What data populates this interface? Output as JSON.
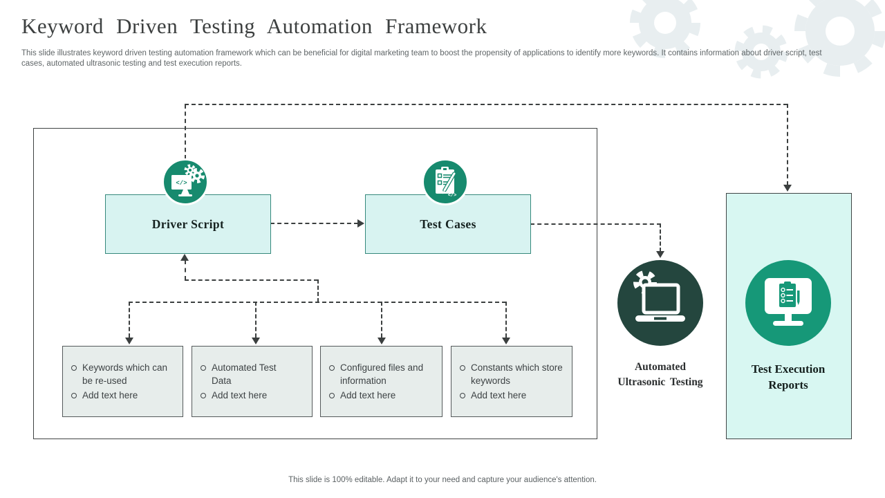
{
  "slide": {
    "title": "Keyword Driven Testing Automation Framework",
    "subtitle": "This slide illustrates keyword driven testing automation framework which can be beneficial for digital marketing team to boost the propensity of applications to identify more keywords. It contains information about driver script, test cases, automated ultrasonic testing and test execution reports.",
    "footer": "This slide is 100% editable. Adapt it to your need and capture your audience's attention."
  },
  "diagram": {
    "driver_script": {
      "label": "Driver Script",
      "icon": "code-monitor-gears-icon"
    },
    "test_cases": {
      "label": "Test Cases",
      "icon": "clipboard-checklist-pencil-icon"
    },
    "automated_ultrasonic_testing": {
      "label_line1": "Automated",
      "label_line2": "Ultrasonic Testing",
      "icon": "laptop-gear-icon"
    },
    "test_execution_reports": {
      "label_line1": "Test Execution",
      "label_line2": "Reports",
      "icon": "monitor-checklist-icon"
    },
    "detail_boxes": [
      {
        "items": [
          "Keywords which can be re-used",
          "Add text here"
        ]
      },
      {
        "items": [
          "Automated Test Data",
          "Add text here"
        ]
      },
      {
        "items": [
          "Configured files and information",
          "Add text here"
        ]
      },
      {
        "items": [
          "Constants which store keywords",
          "Add text here"
        ]
      }
    ]
  },
  "colors": {
    "teal_accent": "#178a6e",
    "teal_bright": "#169878",
    "dark_teal": "#24463e",
    "light_cyan_fill": "#d8f3f1",
    "panel_cyan_fill": "#d8f7f2",
    "detail_box_fill": "#e7edeb",
    "connector": "#3b3f3f",
    "gear_watermark": "#e8eef0"
  }
}
